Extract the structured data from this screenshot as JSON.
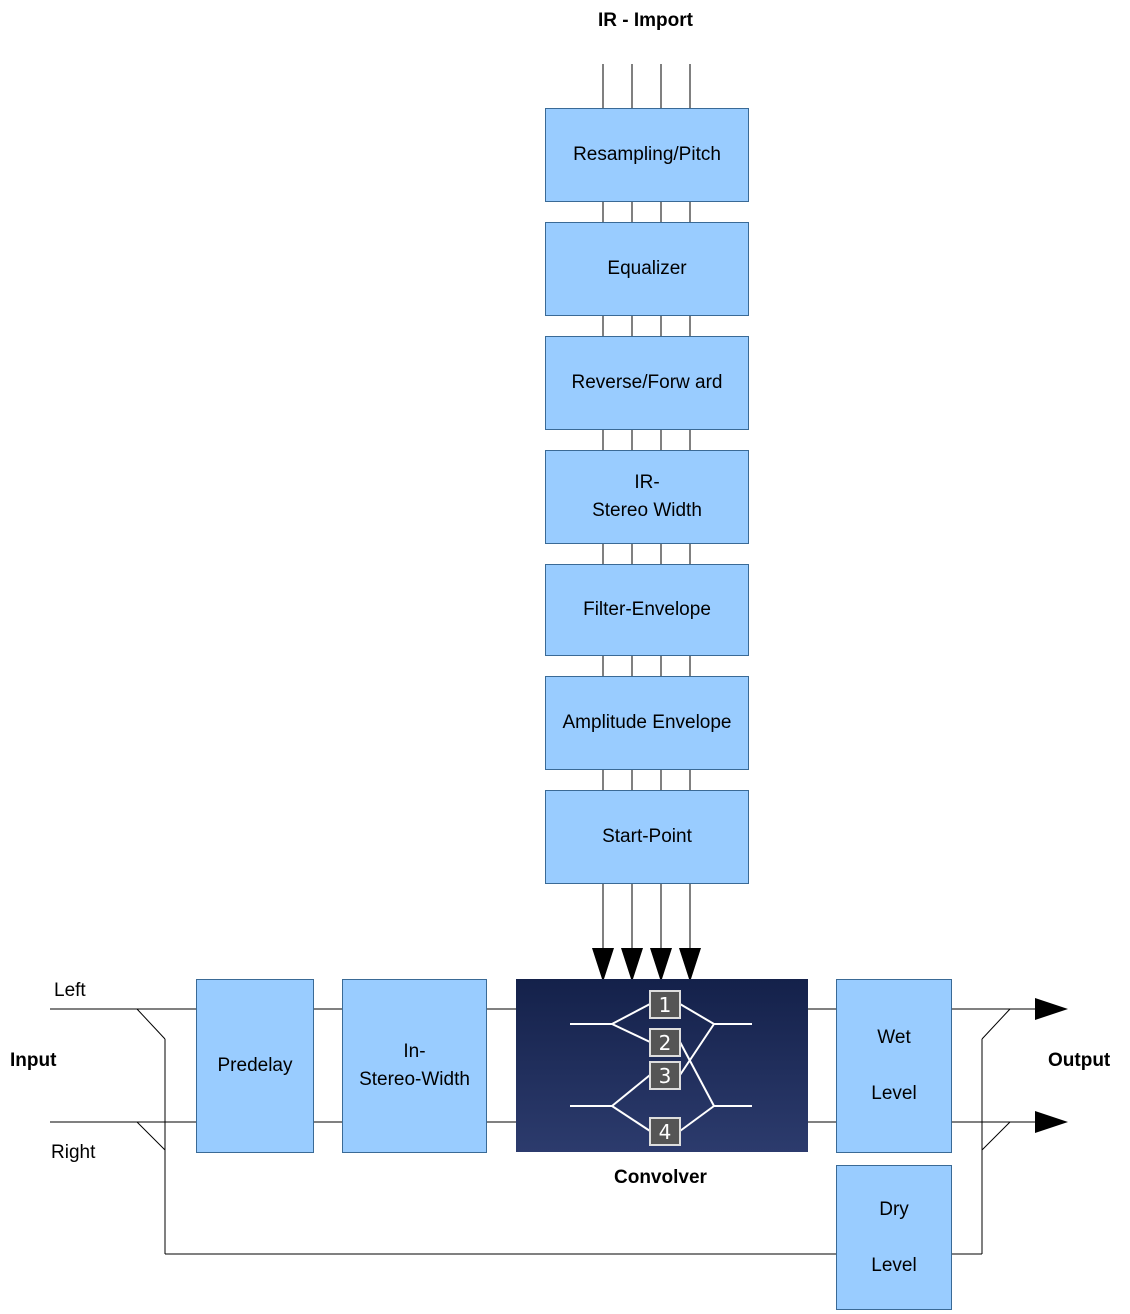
{
  "title": "IR - Import",
  "ir_chain": [
    {
      "lines": [
        "Resampling/Pitch"
      ]
    },
    {
      "lines": [
        "Equalizer"
      ]
    },
    {
      "lines": [
        "Reverse/Forw ard"
      ]
    },
    {
      "lines": [
        "IR-",
        "Stereo Width"
      ]
    },
    {
      "lines": [
        "Filter-Envelope"
      ]
    },
    {
      "lines": [
        "Amplitude Envelope"
      ]
    },
    {
      "lines": [
        "Start-Point"
      ]
    }
  ],
  "signal": {
    "input_label": "Input",
    "left_label": "Left",
    "right_label": "Right",
    "output_label": "Output",
    "predelay": "Predelay",
    "in_stereo_width": [
      "In-",
      "Stereo-Width"
    ],
    "convolver_label": "Convolver",
    "convolver_slots": [
      "1",
      "2",
      "3",
      "4"
    ],
    "wet_level": [
      "Wet",
      "Level"
    ],
    "dry_level": [
      "Dry",
      "Level"
    ]
  },
  "colors": {
    "block_fill": "#99ccff",
    "convolver_bg": "#1c2a55",
    "line": "#000000"
  }
}
